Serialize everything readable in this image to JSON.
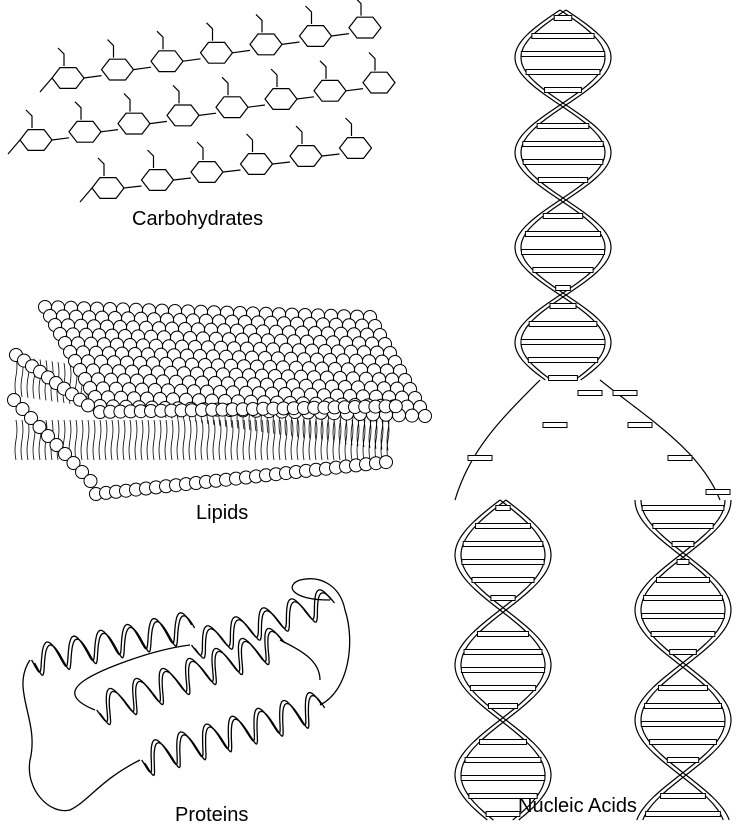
{
  "labels": {
    "carbohydrates": "Carbohydrates",
    "lipids": "Lipids",
    "proteins": "Proteins",
    "nucleic_acids": "Nucleic Acids"
  },
  "colors": {
    "ink": "#000000",
    "paper": "#ffffff"
  }
}
